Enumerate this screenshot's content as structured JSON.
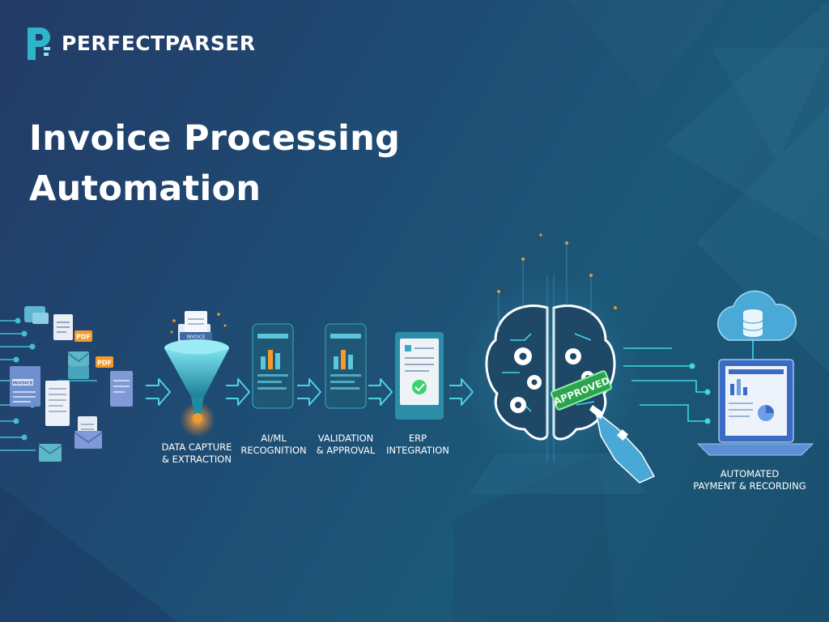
{
  "brand": {
    "name": "PERFECTPARSER",
    "logo_letter": "P"
  },
  "title": {
    "line1": "Invoice Processing",
    "line2": "Automation"
  },
  "documents": {
    "invoice_tag": "INVOICE",
    "pdf_tag_1": "PDF",
    "pdf_tag_2": "PDF"
  },
  "funnel": {
    "doc_tag": "INVOICE"
  },
  "brain": {
    "stamp": "APPROVED"
  },
  "steps": [
    {
      "line1": "DATA CAPTURE",
      "line2": "& EXTRACTION"
    },
    {
      "line1": "AI/ML",
      "line2": "RECOGNITION"
    },
    {
      "line1": "VALIDATION",
      "line2": "& APPROVAL"
    },
    {
      "line1": "ERP",
      "line2": "INTEGRATION"
    },
    {
      "line1": "AUTOMATED",
      "line2": "PAYMENT & RECORDING"
    }
  ],
  "colors": {
    "accent_cyan": "#3fd6e6",
    "accent_orange": "#f39a2b",
    "accent_green": "#3bd16f",
    "panel_dark": "#1e4866"
  }
}
